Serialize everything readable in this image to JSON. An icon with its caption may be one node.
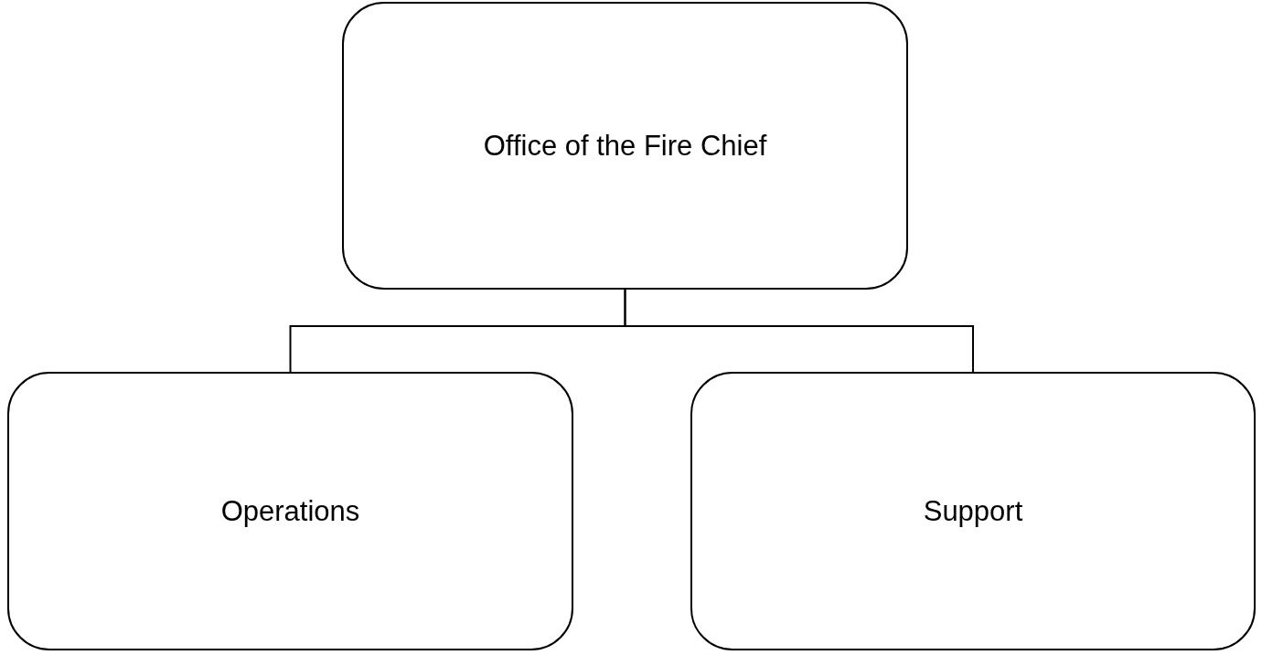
{
  "diagram": {
    "nodes": [
      {
        "text": [
          "Office of the Fire Chief"
        ]
      },
      {
        "text": [
          "Operations"
        ]
      },
      {
        "text": [
          "Support"
        ]
      }
    ],
    "edges": [
      {
        "from": 0,
        "to": 1,
        "arrow": "none"
      },
      {
        "from": 0,
        "to": 2,
        "arrow": "none"
      }
    ]
  }
}
